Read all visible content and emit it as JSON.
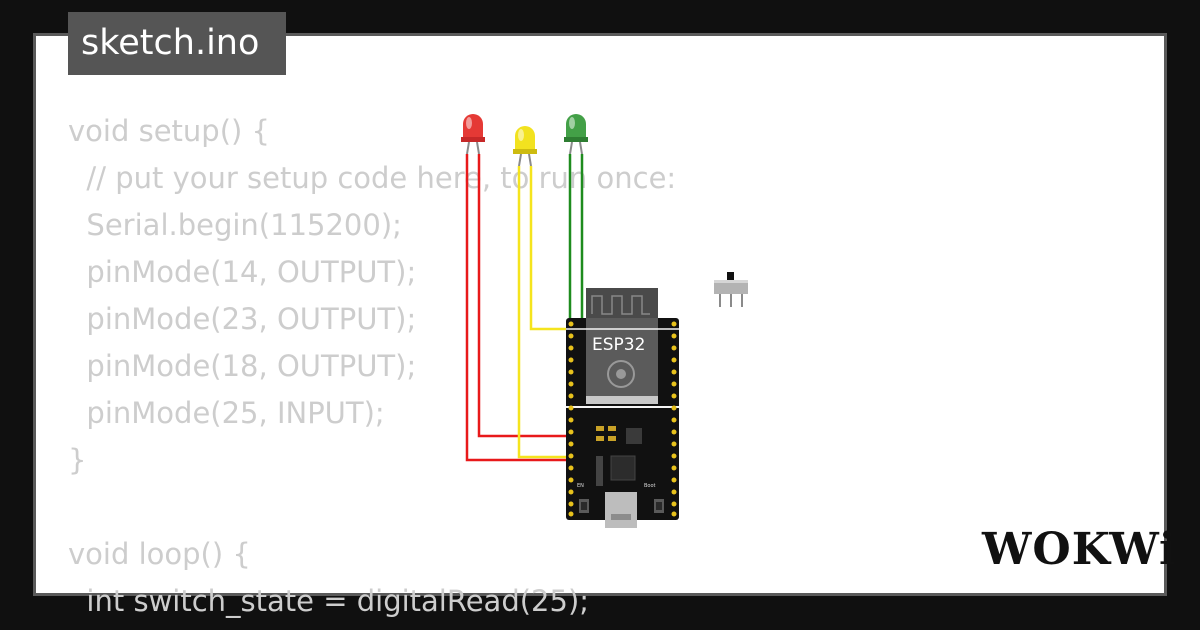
{
  "tab": {
    "filename": "sketch.ino"
  },
  "code": {
    "lines": [
      "void setup() {",
      "  // put your setup code here, to run once:",
      "  Serial.begin(115200);",
      "  pinMode(14, OUTPUT);",
      "  pinMode(23, OUTPUT);",
      "  pinMode(18, OUTPUT);",
      "  pinMode(25, INPUT);",
      "}",
      "",
      "void loop() {",
      "  int switch_state = digitalRead(25);"
    ]
  },
  "board": {
    "label": "ESP32",
    "boot_label": "Boot",
    "en_label": "EN"
  },
  "leds": [
    {
      "color_name": "red",
      "color": "#e53935"
    },
    {
      "color_name": "yellow",
      "color": "#f2e21f"
    },
    {
      "color_name": "green",
      "color": "#43a047"
    }
  ],
  "wire_colors": {
    "red": "#e8191a",
    "yellow": "#f5e41d",
    "green": "#1e8c1e",
    "white": "#f5f5f5"
  },
  "brand": {
    "logo_text": "WOKWi"
  }
}
